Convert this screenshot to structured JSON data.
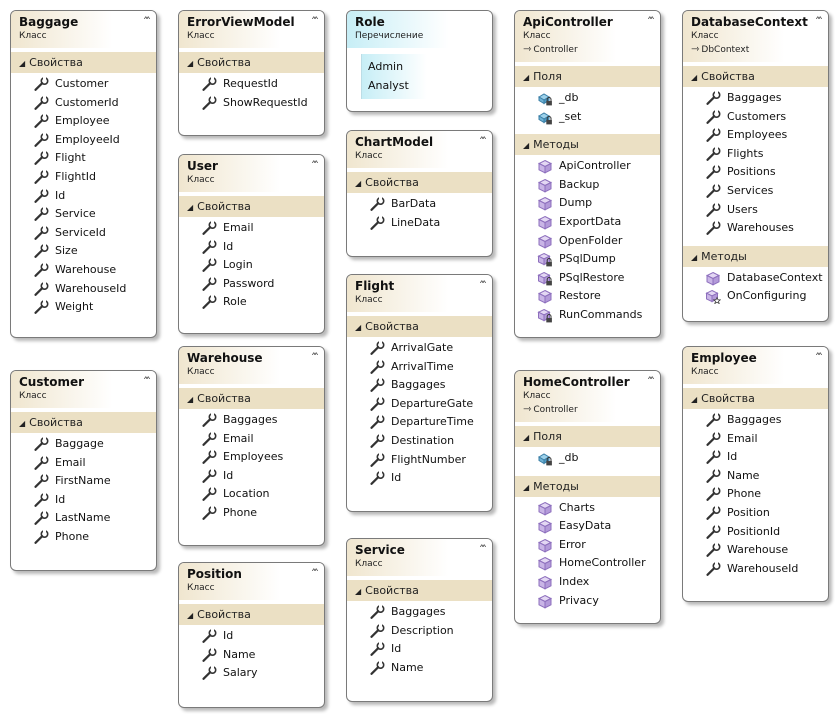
{
  "labels": {
    "klass": "Класс",
    "enum_kind": "Перечисление",
    "props": "Свойства",
    "fields": "Поля",
    "methods": "Методы"
  },
  "colors": {
    "header_class": "#f0e6cf",
    "header_enum": "#c7eef6",
    "section": "#ebe0c4",
    "method_icon": "#9b7ec8"
  },
  "boxes": {
    "baggage": {
      "name": "Baggage",
      "properties": [
        "Customer",
        "CustomerId",
        "Employee",
        "EmployeeId",
        "Flight",
        "FlightId",
        "Id",
        "Service",
        "ServiceId",
        "Size",
        "Warehouse",
        "WarehouseId",
        "Weight"
      ]
    },
    "customer": {
      "name": "Customer",
      "properties": [
        "Baggage",
        "Email",
        "FirstName",
        "Id",
        "LastName",
        "Phone"
      ]
    },
    "errorviewmodel": {
      "name": "ErrorViewModel",
      "properties": [
        "RequestId",
        "ShowRequestId"
      ]
    },
    "user": {
      "name": "User",
      "properties": [
        "Email",
        "Id",
        "Login",
        "Password",
        "Role"
      ]
    },
    "warehouse": {
      "name": "Warehouse",
      "properties": [
        "Baggages",
        "Email",
        "Employees",
        "Id",
        "Location",
        "Phone"
      ]
    },
    "position": {
      "name": "Position",
      "properties": [
        "Id",
        "Name",
        "Salary"
      ]
    },
    "role": {
      "name": "Role",
      "values": [
        "Admin",
        "Analyst"
      ]
    },
    "chartmodel": {
      "name": "ChartModel",
      "properties": [
        "BarData",
        "LineData"
      ]
    },
    "flight": {
      "name": "Flight",
      "properties": [
        "ArrivalGate",
        "ArrivalTime",
        "Baggages",
        "DepartureGate",
        "DepartureTime",
        "Destination",
        "FlightNumber",
        "Id"
      ]
    },
    "service": {
      "name": "Service",
      "properties": [
        "Baggages",
        "Description",
        "Id",
        "Name"
      ]
    },
    "apicontroller": {
      "name": "ApiController",
      "base": "Controller",
      "fields": [
        "_db",
        "_set"
      ],
      "methods": [
        "ApiController",
        "Backup",
        "Dump",
        "ExportData",
        "OpenFolder",
        "PSqlDump",
        "PSqlRestore",
        "Restore",
        "RunCommands"
      ]
    },
    "homecontroller": {
      "name": "HomeController",
      "base": "Controller",
      "fields": [
        "_db"
      ],
      "methods": [
        "Charts",
        "EasyData",
        "Error",
        "HomeController",
        "Index",
        "Privacy"
      ]
    },
    "databasecontext": {
      "name": "DatabaseContext",
      "base": "DbContext",
      "properties": [
        "Baggages",
        "Customers",
        "Employees",
        "Flights",
        "Positions",
        "Services",
        "Users",
        "Warehouses"
      ],
      "methods": [
        "DatabaseContext",
        "OnConfiguring"
      ]
    },
    "employee": {
      "name": "Employee",
      "properties": [
        "Baggages",
        "Email",
        "Id",
        "Name",
        "Phone",
        "Position",
        "PositionId",
        "Warehouse",
        "WarehouseId"
      ]
    }
  }
}
